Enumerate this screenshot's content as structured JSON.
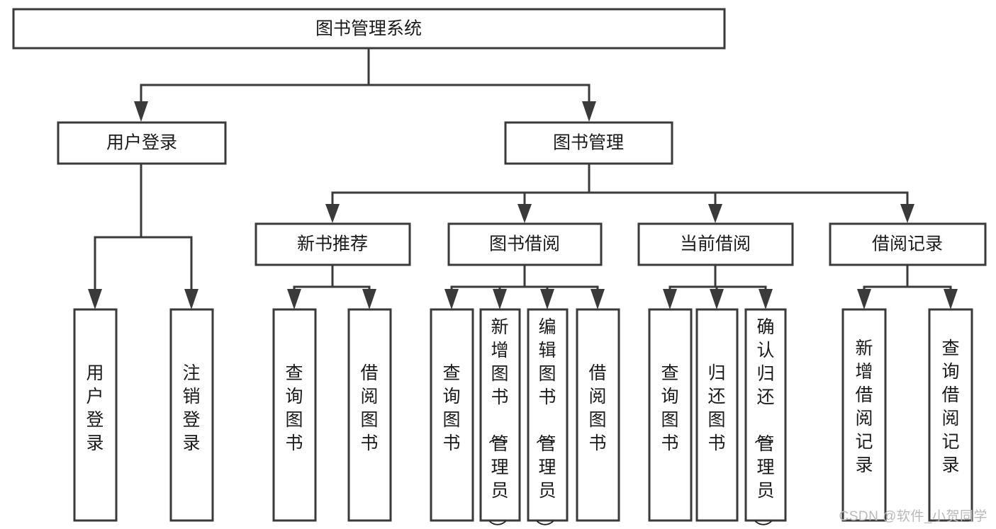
{
  "diagram": {
    "title": "图书管理系统",
    "type": "tree-hierarchy-chart",
    "root": {
      "label": "图书管理系统",
      "orientation": "horizontal"
    },
    "level2": [
      {
        "label": "用户登录",
        "orientation": "horizontal"
      },
      {
        "label": "图书管理",
        "orientation": "horizontal"
      }
    ],
    "level3": [
      {
        "label": "新书推荐",
        "orientation": "horizontal"
      },
      {
        "label": "图书借阅",
        "orientation": "horizontal"
      },
      {
        "label": "当前借阅",
        "orientation": "horizontal"
      },
      {
        "label": "借阅记录",
        "orientation": "horizontal"
      }
    ],
    "leaves": {
      "user_login": [
        {
          "label": "用户登录",
          "orientation": "vertical"
        },
        {
          "label": "注销登录",
          "orientation": "vertical"
        }
      ],
      "new_book_recommend": [
        {
          "label": "查询图书",
          "orientation": "vertical"
        },
        {
          "label": "借阅图书",
          "orientation": "vertical"
        }
      ],
      "book_borrow": [
        {
          "label": "查询图书",
          "orientation": "vertical"
        },
        {
          "label": "新增图书（管理员）",
          "orientation": "vertical"
        },
        {
          "label": "编辑图书（管理员）",
          "orientation": "vertical"
        },
        {
          "label": "借阅图书",
          "orientation": "vertical"
        }
      ],
      "current_borrow": [
        {
          "label": "查询图书",
          "orientation": "vertical"
        },
        {
          "label": "归还图书",
          "orientation": "vertical"
        },
        {
          "label": "确认归还（管理员）",
          "orientation": "vertical"
        }
      ],
      "borrow_record": [
        {
          "label": "新增借阅记录",
          "orientation": "vertical"
        },
        {
          "label": "查询借阅记录",
          "orientation": "vertical"
        }
      ]
    },
    "colors": {
      "stroke": "#3a3a3a",
      "fill": "#ffffff",
      "text": "#1a1a1a",
      "watermark": "#b9b9b9"
    }
  },
  "watermark": {
    "text": "CSDN @软件_小贺同学"
  }
}
